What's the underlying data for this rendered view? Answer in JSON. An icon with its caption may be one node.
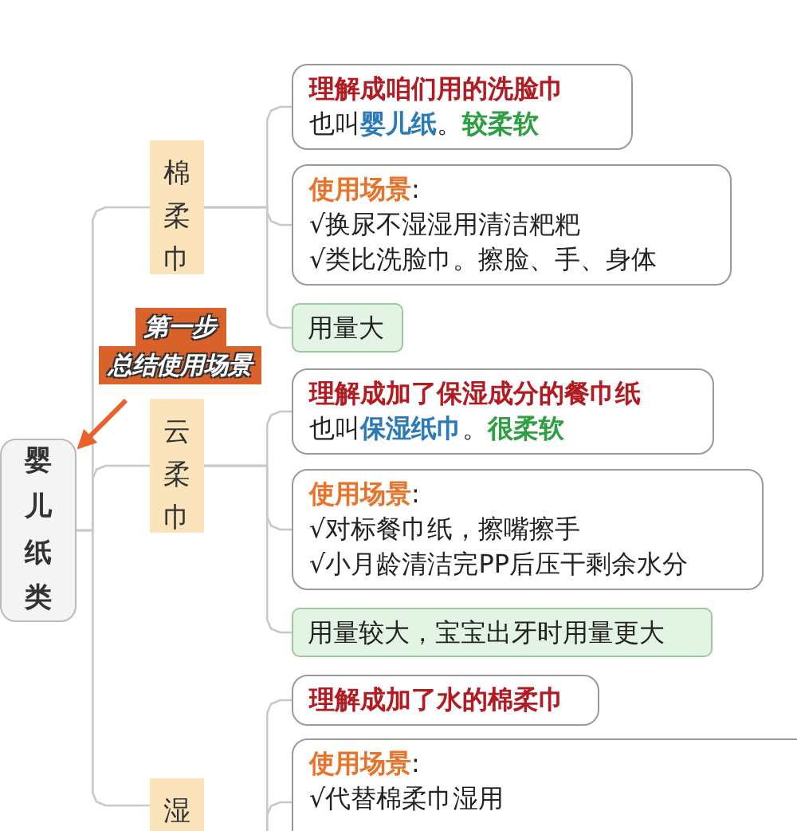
{
  "diagram": {
    "nodes": [
      {
        "text": [
          "婴儿纸类"
        ]
      },
      {
        "text": [
          "棉柔巾"
        ]
      },
      {
        "text": [
          "理解成咱们用的洗脸巾",
          "也叫**婴儿纸**。**较柔软**"
        ]
      },
      {
        "text": [
          "**使用场景**:",
          "√换尿不湿湿用清洁粑粑",
          "√类比洗脸巾。擦脸、手、身体"
        ]
      },
      {
        "text": [
          "用量大"
        ]
      },
      {
        "text": [
          "云柔巾"
        ]
      },
      {
        "text": [
          "理解成加了保湿成分的餐巾纸",
          "也叫**保湿纸巾**。**很柔软**"
        ]
      },
      {
        "text": [
          "**使用场景**:",
          "√对标餐巾纸，擦嘴擦手",
          "√小月龄清洁完PP后压干剩余水分"
        ]
      },
      {
        "text": [
          "用量较大，宝宝出牙时用量更大"
        ]
      },
      {
        "text": [
          "湿"
        ]
      },
      {
        "text": [
          "理解成加了水的棉柔巾"
        ]
      },
      {
        "text": [
          "**使用场景**:",
          "√代替棉柔巾湿用"
        ]
      },
      {
        "text": [
          "第一步",
          "总结使用场景"
        ]
      }
    ],
    "edges": [
      {
        "from": 0,
        "to": 1,
        "arrow": "none"
      },
      {
        "from": 0,
        "to": 5,
        "arrow": "none"
      },
      {
        "from": 0,
        "to": 9,
        "arrow": "none"
      },
      {
        "from": 1,
        "to": 2,
        "arrow": "none"
      },
      {
        "from": 1,
        "to": 3,
        "arrow": "none"
      },
      {
        "from": 1,
        "to": 4,
        "arrow": "none"
      },
      {
        "from": 5,
        "to": 6,
        "arrow": "none"
      },
      {
        "from": 5,
        "to": 7,
        "arrow": "none"
      },
      {
        "from": 5,
        "to": 8,
        "arrow": "none"
      },
      {
        "from": 9,
        "to": 10,
        "arrow": "none"
      },
      {
        "from": 9,
        "to": 11,
        "arrow": "none"
      },
      {
        "from": 12,
        "to": 0,
        "arrow": "to",
        "style": "thick",
        "color": "#e8622a"
      }
    ]
  }
}
